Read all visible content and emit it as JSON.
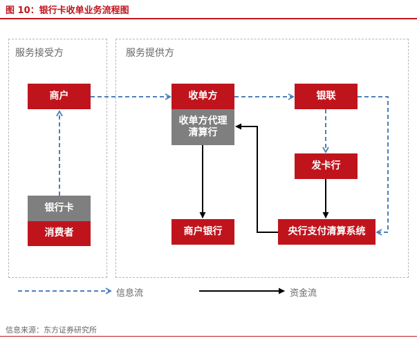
{
  "title": "图 10：银行卡收单业务流程图",
  "zones": {
    "acceptor": "服务接受方",
    "provider": "服务提供方"
  },
  "nodes": {
    "merchant": "商户",
    "bank_card": "银行卡",
    "consumer": "消费者",
    "acquirer": "收单方",
    "acquirer_agent_line1": "收单方代理",
    "acquirer_agent_line2": "清算行",
    "merchant_bank": "商户银行",
    "unionpay": "银联",
    "issuer": "发卡行",
    "central_clearing": "央行支付清算系统"
  },
  "legend": {
    "info_flow": "信息流",
    "fund_flow": "资金流"
  },
  "source": "信息来源：东方证券研究所",
  "colors": {
    "accent": "#c0141d",
    "gray_node": "#7f7f7f",
    "info_arrow": "#4a7ebb",
    "fund_arrow": "#000000",
    "zone_border": "#b5b5b5"
  }
}
